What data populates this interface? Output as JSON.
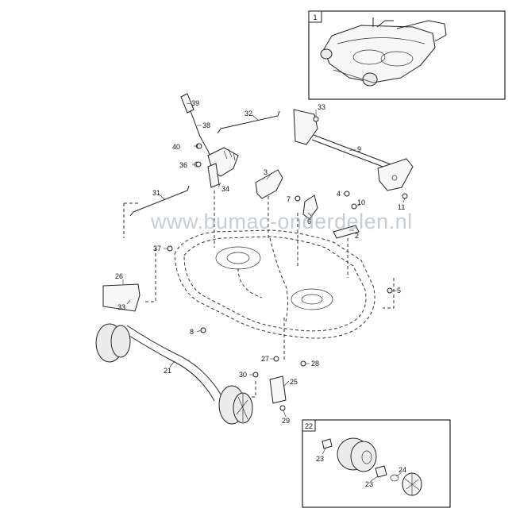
{
  "watermark": "www.bumac-onderdelen.nl",
  "insets": [
    {
      "number": "1"
    },
    {
      "number": "22"
    }
  ],
  "part_labels": [
    "39",
    "38",
    "40",
    "36",
    "34",
    "32",
    "33",
    "9",
    "3",
    "7",
    "6",
    "4",
    "10",
    "11",
    "2",
    "31",
    "37",
    "26",
    "33",
    "5",
    "8",
    "27",
    "28",
    "21",
    "30",
    "25",
    "29",
    "23",
    "23",
    "24"
  ]
}
